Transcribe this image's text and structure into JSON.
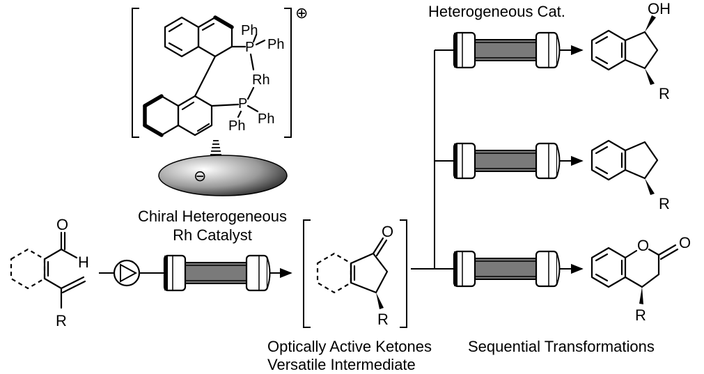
{
  "labels": {
    "catalyst_line1": "Chiral Heterogeneous",
    "catalyst_line2": "Rh Catalyst",
    "hetero_cat": "Heterogeneous Cat.",
    "ketone_line1": "Optically Active Ketones",
    "ketone_line2": "Versatile Intermediate",
    "sequential": "Sequential Transformations"
  },
  "atoms": {
    "ph": "Ph",
    "p": "P",
    "rh": "Rh",
    "o": "O",
    "h": "H",
    "r": "R",
    "oh": "OH",
    "plus": "⊕",
    "minus": "⊖"
  },
  "colors": {
    "ink": "#000000",
    "column_fill": "#7a7a7a",
    "support_light": "#ffffff",
    "support_dark": "#111111"
  },
  "icons": {
    "pump": "pump-icon",
    "column": "flow-column-icon",
    "support": "ellipsoid-support-icon"
  }
}
